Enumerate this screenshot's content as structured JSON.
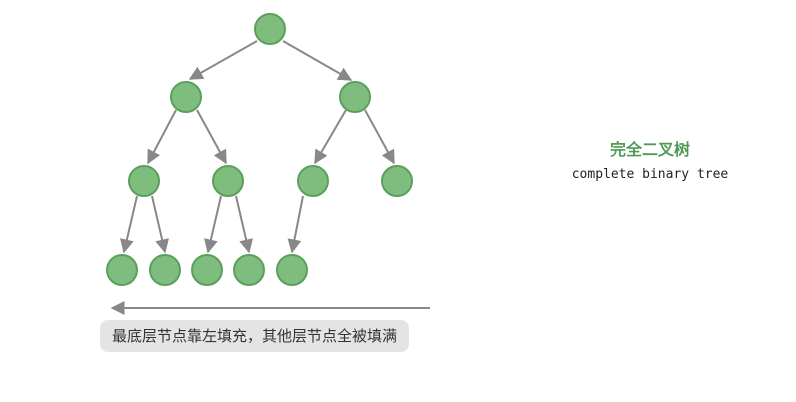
{
  "tree": {
    "node_color": "#7fbd7e",
    "node_stroke": "#5aa05c",
    "edge_color": "#888888",
    "levels": [
      1,
      2,
      4,
      5
    ]
  },
  "caption": "最底层节点靠左填充，其他层节点全被填满",
  "legend": {
    "title": "完全二叉树",
    "subtitle": "complete binary tree"
  }
}
